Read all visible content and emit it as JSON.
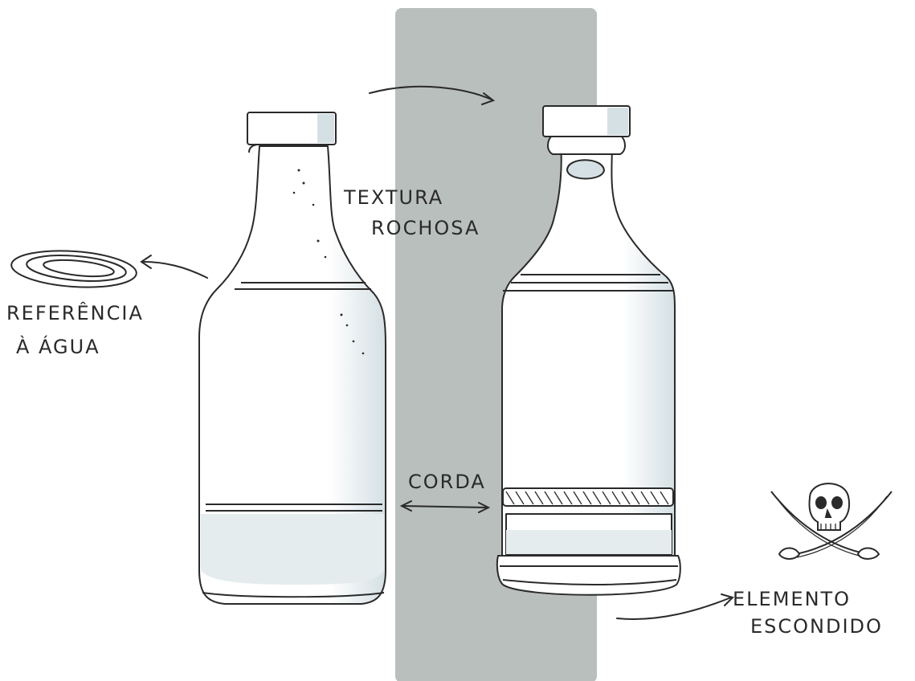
{
  "annotations": {
    "texture": [
      "TEXTURA",
      "ROCHOSA"
    ],
    "water": [
      "REFERÊNCIA",
      "À ÁGUA"
    ],
    "rope": "CORDA",
    "hidden": [
      "ELEMENTO",
      "ESCONDIDO"
    ]
  },
  "colors": {
    "panel": "#b9bfbd",
    "ink": "#2a2a2a",
    "glass_shade": "#d4e0e4"
  },
  "icons": {
    "pirate": "skull-and-crossed-swords-icon"
  }
}
